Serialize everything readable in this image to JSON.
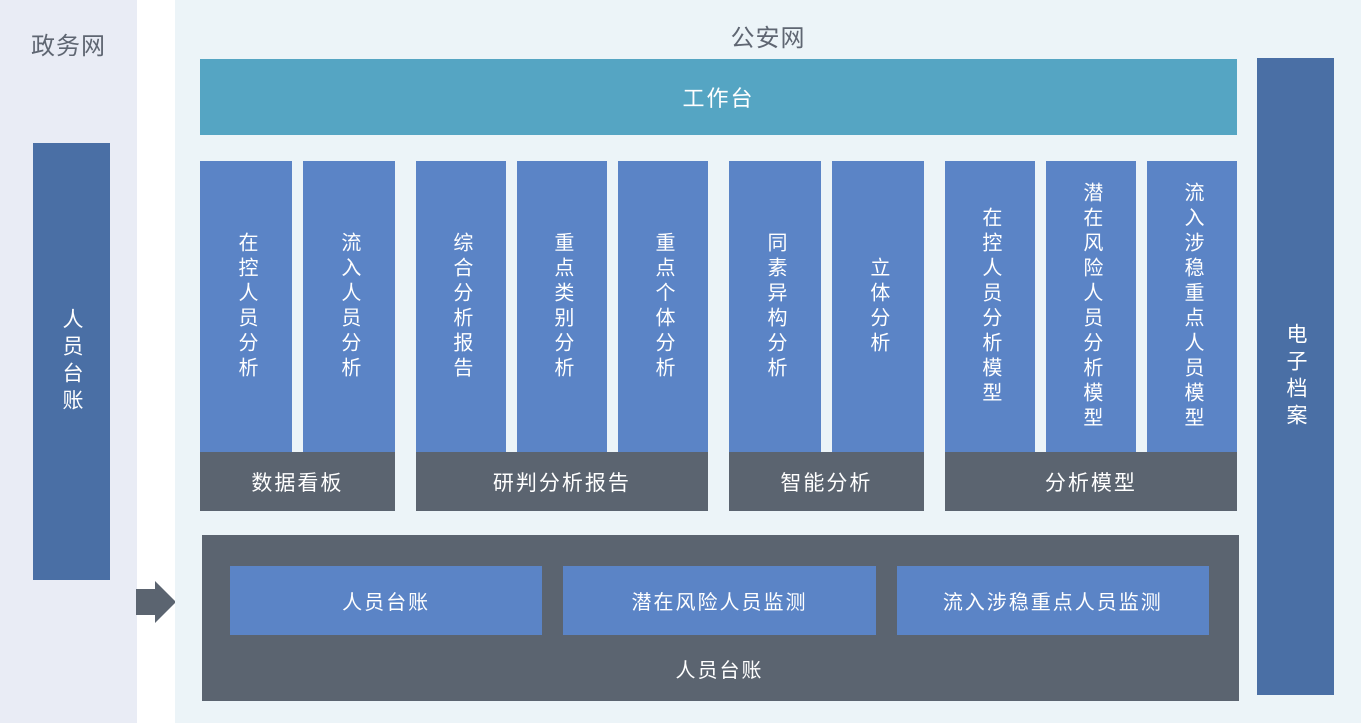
{
  "left_panel": {
    "title": "政务网",
    "bar_label": "人员台账"
  },
  "main_panel": {
    "title": "公安网",
    "workbench_label": "工作台",
    "groups": [
      {
        "label": "数据看板",
        "columns": [
          "在控人员分析",
          "流入人员分析"
        ]
      },
      {
        "label": "研判分析报告",
        "columns": [
          "综合分析报告",
          "重点类别分析",
          "重点个体分析"
        ]
      },
      {
        "label": "智能分析",
        "columns": [
          "同素异构分析",
          "立体分析"
        ]
      },
      {
        "label": "分析模型",
        "columns": [
          "在控人员分析模型",
          "潜在风险人员分析模型",
          "流入涉稳重点人员模型"
        ]
      }
    ],
    "bottom_panel": {
      "buttons": [
        "人员台账",
        "潜在风险人员监测",
        "流入涉稳重点人员监测"
      ],
      "label": "人员台账"
    },
    "right_bar_label": "电子档案"
  },
  "icons": {
    "flow_arrow": "right-block-arrow"
  },
  "colors": {
    "left_panel_bg": "#e9ecf5",
    "main_panel_bg": "#ecf4f8",
    "workbench_teal": "#55a5c3",
    "pillar_blue": "#5b84c6",
    "rail_blue": "#4a6fa5",
    "slate_gray": "#5b6470",
    "title_text": "#5f6672",
    "bar_text": "#ffffff"
  }
}
